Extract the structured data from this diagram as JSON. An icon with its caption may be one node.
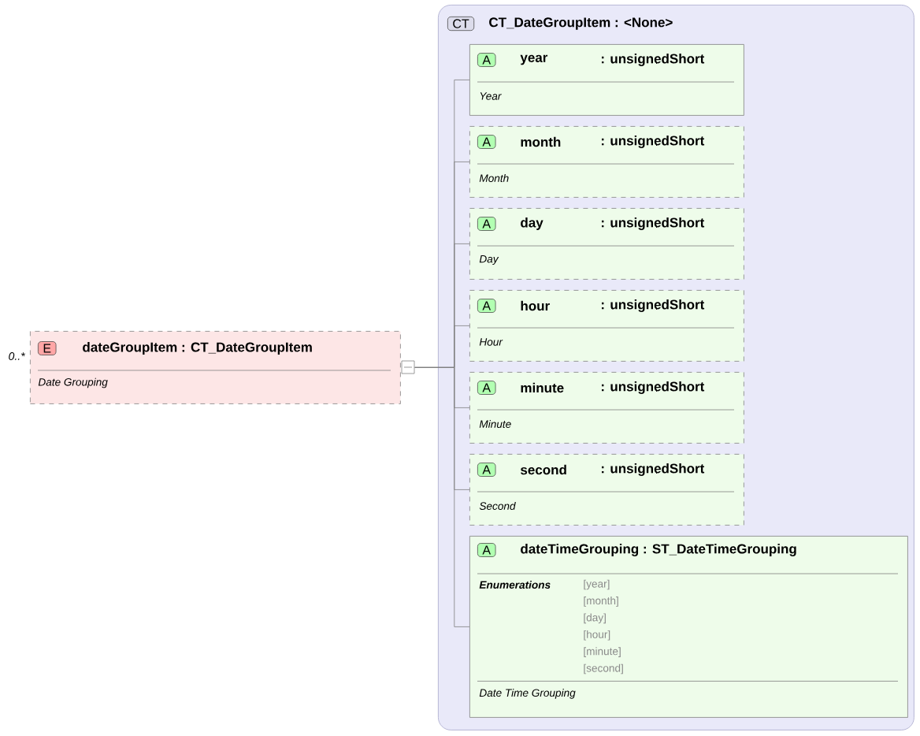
{
  "diagram": {
    "nodes": [
      {
        "text": [
          "E",
          "dateGroupItem : CT_DateGroupItem",
          "Date Grouping"
        ],
        "beside": [
          "0..*"
        ]
      },
      {
        "text": [
          "CT",
          "CT_DateGroupItem : <None>"
        ]
      },
      {
        "text": [
          "A",
          "year",
          ": unsignedShort",
          "Year"
        ],
        "in": 1
      },
      {
        "text": [
          "A",
          "month",
          ": unsignedShort",
          "Month"
        ],
        "in": 1
      },
      {
        "text": [
          "A",
          "day",
          ": unsignedShort",
          "Day"
        ],
        "in": 1
      },
      {
        "text": [
          "A",
          "hour",
          ": unsignedShort",
          "Hour"
        ],
        "in": 1
      },
      {
        "text": [
          "A",
          "minute",
          ": unsignedShort",
          "Minute"
        ],
        "in": 1
      },
      {
        "text": [
          "A",
          "second",
          ": unsignedShort",
          "Second"
        ],
        "in": 1
      },
      {
        "text": [
          "A",
          "dateTimeGrouping : ST_DateTimeGrouping",
          "Enumerations",
          "[year]",
          "[month]",
          "[day]",
          "[hour]",
          "[minute]",
          "[second]",
          "Date Time Grouping"
        ],
        "in": 1
      }
    ],
    "edges": [
      {
        "from": 0,
        "to": 2,
        "arrow": "none"
      },
      {
        "from": 0,
        "to": 3,
        "arrow": "none"
      },
      {
        "from": 0,
        "to": 4,
        "arrow": "none"
      },
      {
        "from": 0,
        "to": 5,
        "arrow": "none"
      },
      {
        "from": 0,
        "to": 6,
        "arrow": "none"
      },
      {
        "from": 0,
        "to": 7,
        "arrow": "none"
      },
      {
        "from": 0,
        "to": 8,
        "arrow": "none"
      }
    ]
  }
}
